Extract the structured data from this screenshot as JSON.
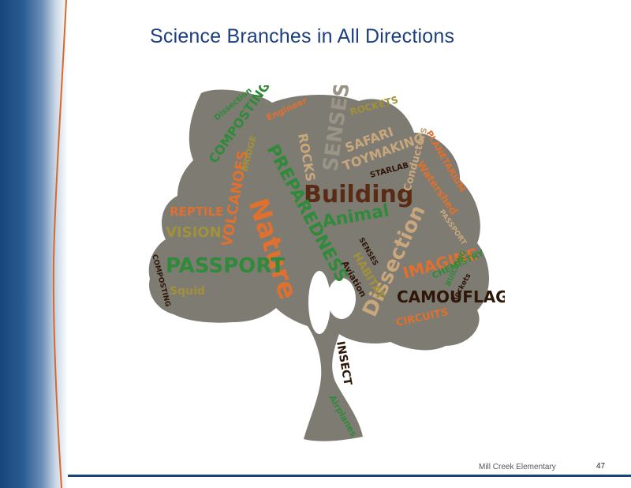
{
  "slide": {
    "title": "Science Branches in All Directions",
    "footer_school": "Mill Creek Elementary",
    "page_number": "47"
  },
  "colors": {
    "title": "#1b3f80",
    "band_dark": "#17457a",
    "tree_fill": "#7e7b73",
    "word_orange": "#e0702e",
    "word_green": "#2f8a3a",
    "word_brown": "#5a2b14",
    "word_tan": "#c9a77c",
    "word_olive": "#a0913a"
  },
  "word_cloud": {
    "words": [
      "Building",
      "Nature",
      "PREPAREDNESS",
      "PASSPORT",
      "CAMOUFLAGE",
      "Dissection",
      "IMAGINE",
      "Animal",
      "VOLCANOES",
      "SENSES",
      "ROCKS",
      "SAFARI",
      "TOYMAKING",
      "COMPOSTING",
      "REPTILE",
      "VISION",
      "HABITAT",
      "INSECT",
      "CIRCUITS",
      "Watershed",
      "PLANETARIUM",
      "STARLAB",
      "Conductors",
      "ROCKETS",
      "Engineer",
      "Dissection",
      "Squid",
      "BRIDGE",
      "Aviation",
      "CHEMISTRY",
      "Airplanes",
      "PASSPORT",
      "SENSES",
      "BUILDING",
      "COMPOSTING",
      "Rockets"
    ]
  }
}
